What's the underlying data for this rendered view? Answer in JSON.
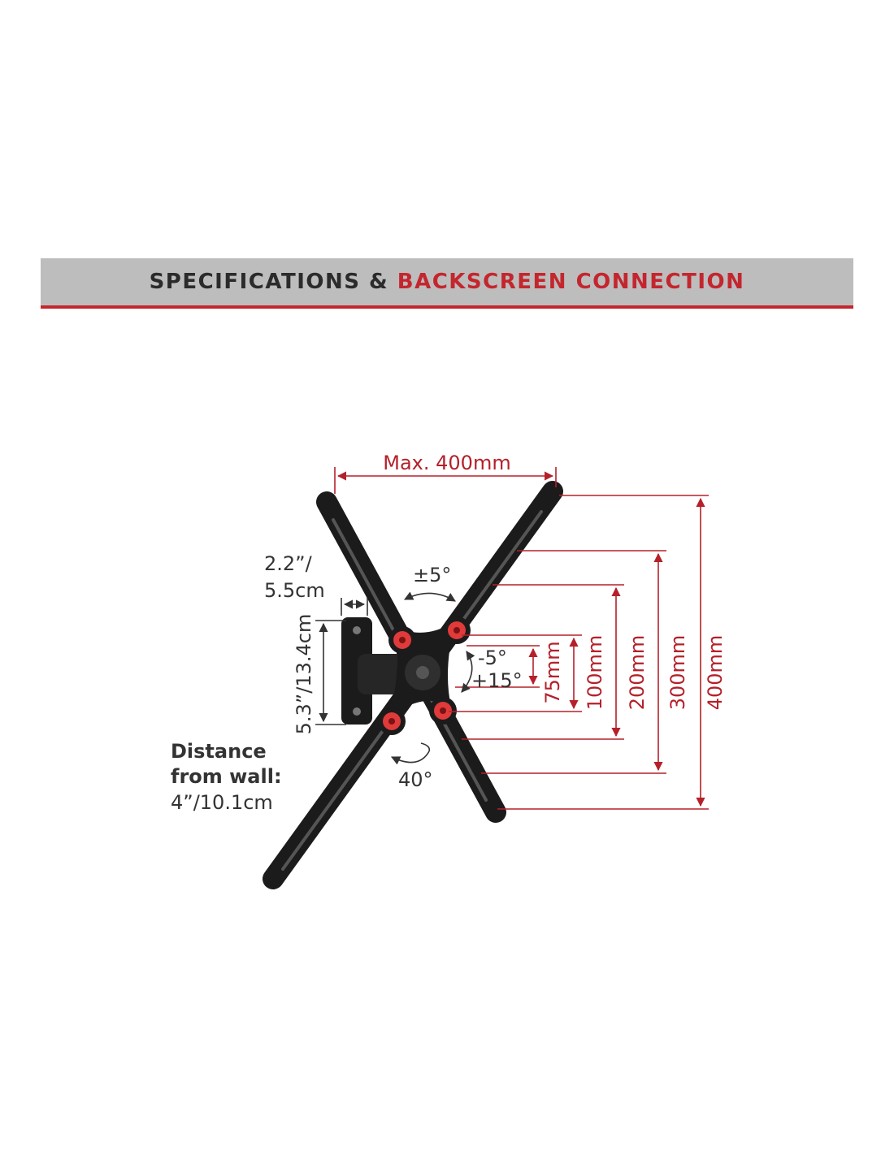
{
  "header": {
    "title_part1": "SPECIFICATIONS & ",
    "title_part2": "BACKSCREEN CONNECTION"
  },
  "colors": {
    "accent": "#c4262e",
    "banner_bg": "#bdbdbd",
    "text_dark": "#2b2b2b",
    "mount_black": "#1b1b1b",
    "hub_red": "#e03a3a"
  },
  "dimensions": {
    "max_width": "Max. 400mm",
    "dim_75": "75mm",
    "dim_100": "100mm",
    "dim_200": "200mm",
    "dim_300": "300mm",
    "dim_400": "400mm"
  },
  "specs": {
    "swivel_small": "±5°",
    "tilt_minus": "-5°",
    "tilt_plus": "+15°",
    "rotation": "40°",
    "plate_depth_line1": "2.2”/",
    "plate_depth_line2": "5.5cm",
    "plate_height": "5.3”/13.4cm",
    "distance_label_line1": "Distance",
    "distance_label_line2": "from wall:",
    "distance_value": "4”/10.1cm"
  }
}
